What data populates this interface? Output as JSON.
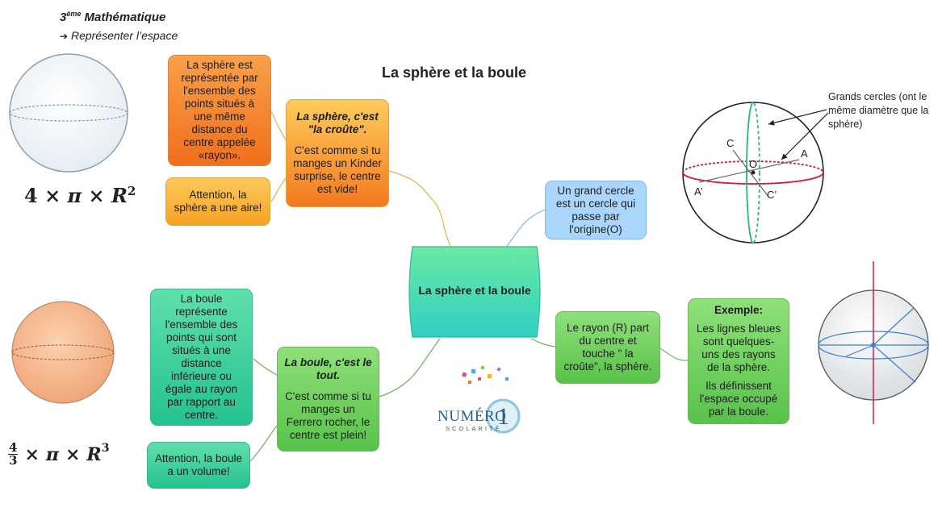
{
  "header": {
    "grade_num": "3",
    "grade_sup": "ème",
    "grade_subject": "Mathématique",
    "arrow": "➔",
    "subtitle": "Représenter l’espace"
  },
  "title": "La sphère et la boule",
  "center_node": "La sphère et la boule",
  "sphere_def": "La sphère est représentée par l'ensemble des points situés à une même distance du centre appelée «rayon».",
  "sphere_attention": "Attention, la sphère a une aire!",
  "sphere_node": {
    "title": "La sphère, c'est \"la croûte\".",
    "body": "C'est comme si tu manges un Kinder surprise, le centre est vide!"
  },
  "boule_def": "La boule représente l'ensemble des points qui sont situés à une distance inférieure ou égale au rayon par rapport au centre.",
  "boule_attention": "Attention, la boule a un volume!",
  "boule_node": {
    "title": "La boule, c'est le tout.",
    "body": "C'est comme si tu manges un Ferrero rocher, le centre est plein!"
  },
  "grand_cercle": "Un grand cercle est un cercle qui passe par l'origine(O)",
  "rayon": "Le rayon (R) part du centre et touche \" la croûte\", la sphère.",
  "exemple": {
    "title": "Exemple:",
    "p1": "Les lignes bleues sont quelques-uns des rayons de la sphère.",
    "p2": "Ils définissent l'espace occupé par la boule."
  },
  "formula_sphere": {
    "coef": "4",
    "times1": "×",
    "pi": "π",
    "times2": "×",
    "r": "R",
    "exp": "2"
  },
  "formula_boule": {
    "num": "4",
    "den": "3",
    "times1": "×",
    "pi": "π",
    "times2": "×",
    "r": "R",
    "exp": "3"
  },
  "diagram_labels": {
    "annotation": "Grands cercles (ont le même diamètre que la sphère)",
    "C": "C",
    "O": "O",
    "A": "A",
    "A_prime": "A’",
    "C_prime": "C’"
  },
  "logo": {
    "name": "NUMÉRO",
    "digit": "1",
    "sub": "SCOLARITÉ"
  },
  "colors": {
    "orange": "#f07a25",
    "yellow": "#f7aa2e",
    "green": "#5fc24e",
    "teal": "#33c997",
    "blue": "#a9d6fa",
    "red": "#d81b4a"
  }
}
